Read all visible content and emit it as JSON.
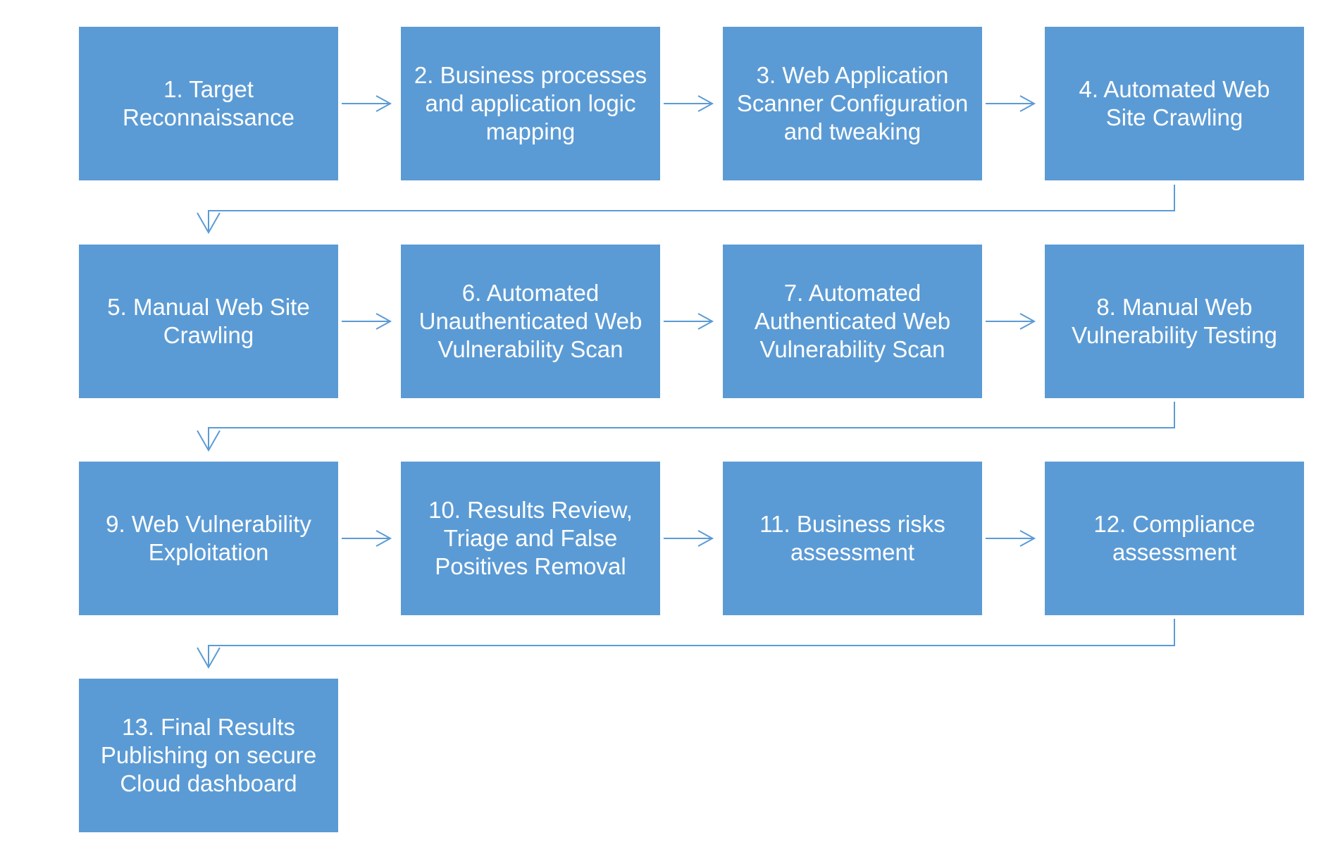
{
  "colors": {
    "box_fill": "#5b9bd5",
    "box_text": "#ffffff",
    "connector": "#5b9bd5",
    "background": "#ffffff"
  },
  "steps": [
    {
      "label": "1. Target\nReconnaissance"
    },
    {
      "label": "2. Business processes\nand application logic\nmapping"
    },
    {
      "label": "3. Web Application\nScanner Configuration\nand tweaking"
    },
    {
      "label": "4. Automated Web\nSite Crawling"
    },
    {
      "label": "5. Manual Web Site\nCrawling"
    },
    {
      "label": "6. Automated\nUnauthenticated Web\nVulnerability Scan"
    },
    {
      "label": "7. Automated\nAuthenticated Web\nVulnerability Scan"
    },
    {
      "label": "8. Manual Web\nVulnerability Testing"
    },
    {
      "label": "9. Web Vulnerability\nExploitation"
    },
    {
      "label": "10. Results Review,\nTriage and False\nPositives Removal"
    },
    {
      "label": "11. Business risks\nassessment"
    },
    {
      "label": "12. Compliance\nassessment"
    },
    {
      "label": "13. Final Results\nPublishing on secure\nCloud dashboard"
    }
  ]
}
